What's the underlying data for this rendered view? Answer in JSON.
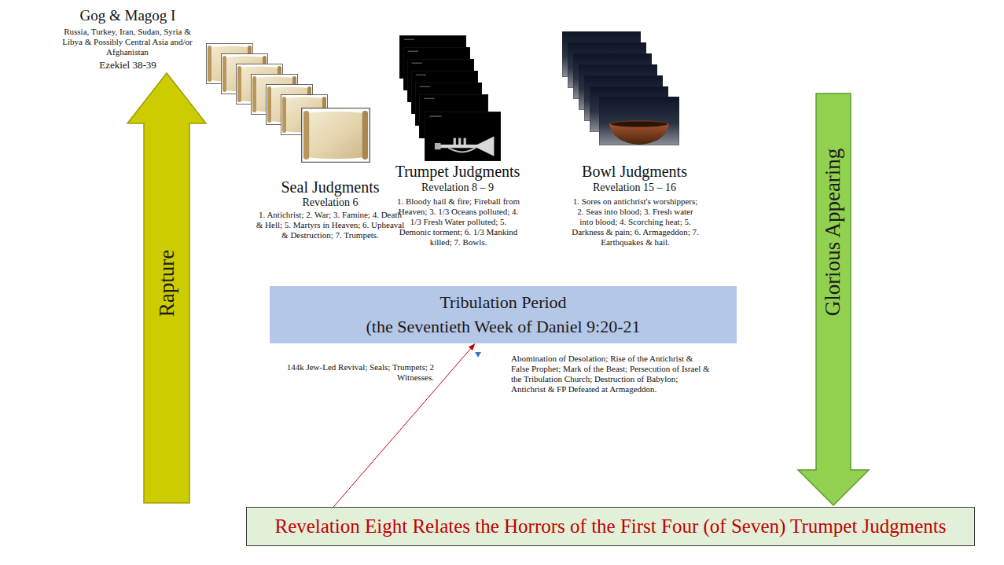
{
  "diagram": {
    "nodes": [
      {
        "text": [
          "Rapture"
        ]
      },
      {
        "text": [
          "Glorious Appearing"
        ]
      },
      {
        "text": [
          "Tribulation Period",
          "(the Seventieth Week of Daniel 9:20-21"
        ]
      },
      {
        "text": [
          "Revelation Eight Relates the Horrors of the First Four (of Seven) Trumpet Judgments"
        ]
      }
    ],
    "edges": [
      {
        "from": 3,
        "to": 2,
        "arrow": "to"
      }
    ],
    "labels": [
      "Gog & Magog I",
      "Russia, Turkey, Iran, Sudan, Syria & Libya & Possibly Central Asia and/or Afghanistan",
      "Ezekiel 38-39",
      "Seal Judgments",
      "Revelation 6",
      "1. Antichrist; 2. War; 3. Famine; 4. Death & Hell; 5. Martyrs in Heaven; 6. Upheaval & Destruction; 7. Trumpets.",
      "Trumpet Judgments",
      "Revelation 8 – 9",
      "1. Bloody hail & fire; Fireball from Heaven; 3. 1/3 Oceans polluted; 4. 1/3 Fresh Water polluted; 5. Demonic torment; 6. 1/3 Mankind killed; 7. Bowls.",
      "Bowl Judgments",
      "Revelation 15 – 16",
      "1. Sores on antichrist's worshippers; 2. Seas into blood; 3. Fresh water into blood; 4. Scorching heat; 5. Darkness & pain; 6. Armageddon; 7. Earthquakes & hail.",
      "144k Jew-Led Revival; Seals; Trumpets; 2 Witnesses.",
      "Abomination of Desolation; Rise of the Antichrist & False Prophet; Mark of the Beast; Persecution of Israel & the Tribulation Church; Destruction of Babylon; Antichrist & FP Defeated at Armageddon."
    ]
  }
}
